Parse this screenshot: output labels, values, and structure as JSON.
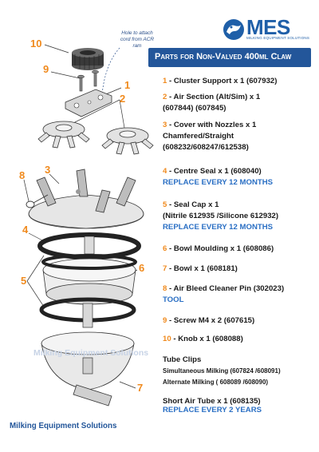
{
  "logo": {
    "name": "MES",
    "subtitle": "MILKING EQUIPMENT SOLUTIONS",
    "color": "#1f5fa8"
  },
  "title": "Parts for Non-Valved 400ml Claw",
  "colors": {
    "number": "#f08a1d",
    "note": "#2a6fc4",
    "title_bg": "#23569a"
  },
  "diagram": {
    "attach_note": "Hole to attach cord from ACR ram",
    "watermark": "Milking Equipment Solutions",
    "callouts": [
      "10",
      "9",
      "1",
      "2",
      "3",
      "8",
      "4",
      "6",
      "5",
      "7"
    ]
  },
  "parts": [
    {
      "num": "1",
      "lines": [
        "- Cluster Support x 1   (607932)"
      ]
    },
    {
      "num": "2",
      "lines": [
        "- Air Section (Alt/Sim) x 1",
        "(607844) (607845)"
      ]
    },
    {
      "num": "3",
      "lines": [
        "- Cover with Nozzles  x 1",
        "Chamfered/Straight",
        "(608232/608247/612538)"
      ]
    },
    {
      "num": "4",
      "lines": [
        "- Centre Seal x 1  (608040)"
      ],
      "note": "REPLACE EVERY 12 MONTHS"
    },
    {
      "num": "5",
      "lines": [
        "- Seal Cap x 1",
        "(Nitrile 612935 /Silicone 612932)"
      ],
      "note": "REPLACE EVERY 12 MONTHS"
    },
    {
      "num": "6",
      "lines": [
        "- Bowl Moulding x 1   (608086)"
      ]
    },
    {
      "num": "7",
      "lines": [
        "- Bowl x 1   (608181)"
      ]
    },
    {
      "num": "8",
      "lines": [
        "- Air Bleed Cleaner Pin (302023)"
      ],
      "note": "TOOL"
    },
    {
      "num": "9",
      "lines": [
        "-  Screw M4 x 2  (607615)"
      ]
    },
    {
      "num": "10",
      "lines": [
        "- Knob x 1  (608088)"
      ]
    }
  ],
  "tube_clips": {
    "heading": "Tube Clips",
    "simultaneous": "Simultaneous Milking  (607824 /608091)",
    "alternate": "Alternate Milking  ( 608089 /608090)"
  },
  "short_air_tube": {
    "label": "Short Air Tube x 1  (608135)",
    "note": "REPLACE EVERY 2 YEARS"
  },
  "footer": "Milking Equipment Solutions"
}
